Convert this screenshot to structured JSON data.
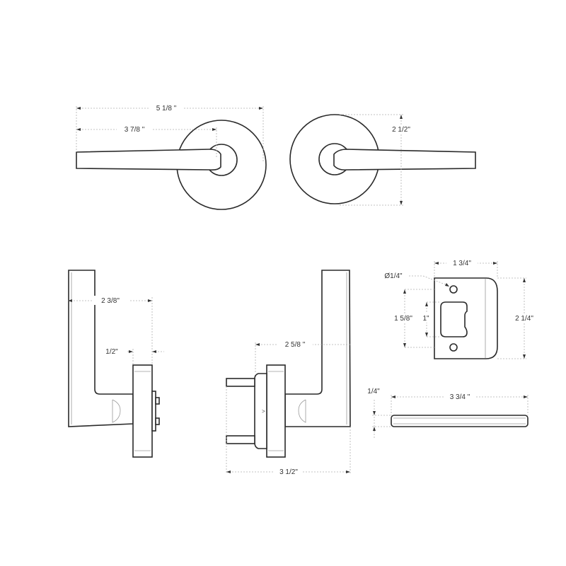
{
  "diagram": {
    "title": "",
    "colors": {
      "line": "#2a2a2a",
      "dimension": "#b0b0b0",
      "label": "#333333",
      "background": "#ffffff"
    },
    "views": {
      "front_left_lever": {
        "dimensions": {
          "overall_length": "5 1/8 \"",
          "lever_length": "3 7/8 \""
        }
      },
      "front_right_lever": {
        "dimensions": {
          "rose_diameter": "2 1/2\""
        }
      },
      "side_view_left": {
        "dimensions": {
          "projection": "2 3/8\"",
          "rose_thickness": "1/2\""
        }
      },
      "side_view_right": {
        "dimensions": {
          "projection": "2 5/8 \"",
          "overall_depth": "3 1/2\""
        }
      },
      "strike_plate": {
        "dimensions": {
          "width": "1 3/4\"",
          "hole_diameter": "Ø1/4\"",
          "hole_spacing": "1 5/8\"",
          "opening_height": "1\"",
          "height": "2 1/4\""
        }
      },
      "spindle": {
        "dimensions": {
          "thickness": "1/4\"",
          "length": "3 3/4 \""
        }
      }
    }
  }
}
